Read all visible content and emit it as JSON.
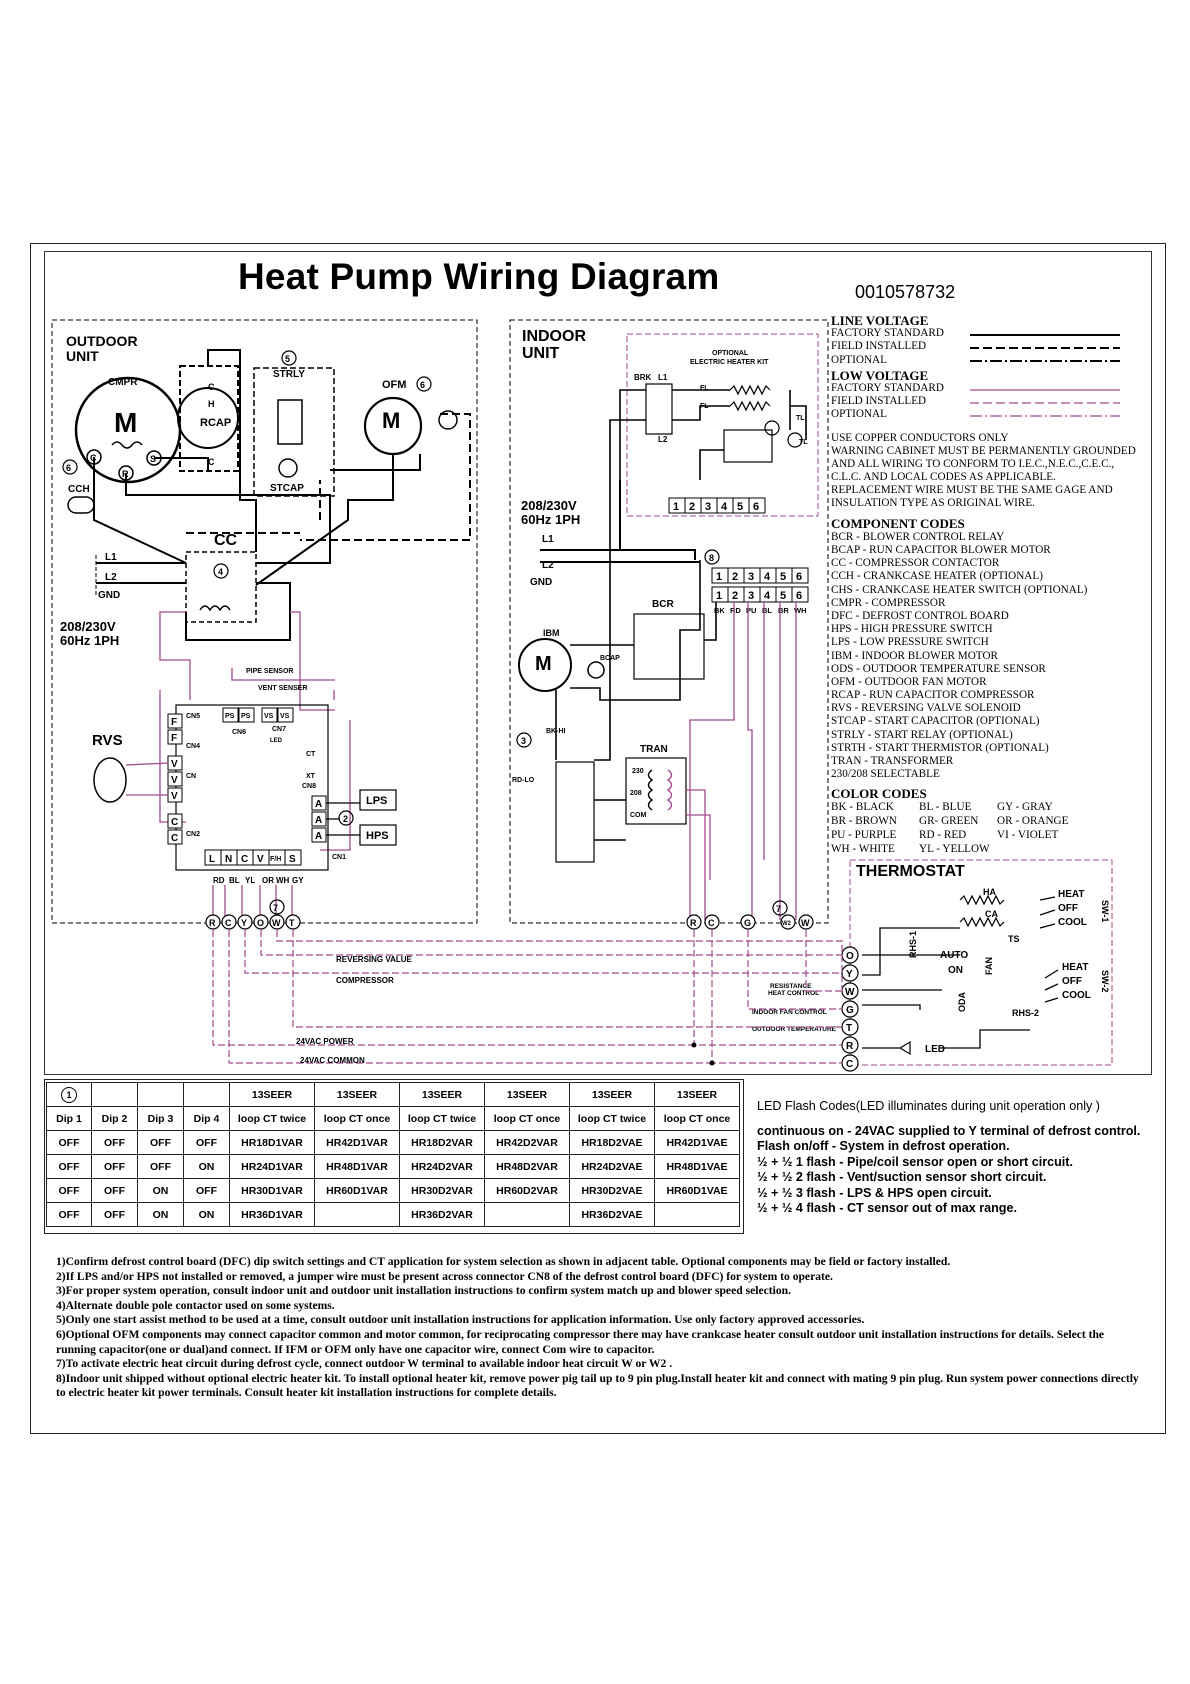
{
  "header": {
    "title": "Heat Pump Wiring Diagram",
    "doc_number": "0010578732"
  },
  "outdoor": {
    "title_line1": "OUTDOOR",
    "title_line2": "UNIT",
    "cmpr": "CMPR",
    "motor_m": "M",
    "rcap": "RCAP",
    "strly": "STRLY",
    "stcap": "STCAP",
    "ofm": "OFM",
    "cch": "CCH",
    "cc": "CC",
    "rvs": "RVS",
    "voltage_line1": "208/230V",
    "voltage_line2": "60Hz 1PH",
    "l1": "L1",
    "l2": "L2",
    "gnd": "GND",
    "pipe_sensor": "PIPE SENSOR",
    "vent_sensor": "VENT SENSER",
    "cn5": "CN5",
    "cn4": "CN4",
    "cn": "CN",
    "cn2": "CN2",
    "cn6": "CN6",
    "cn7": "CN7",
    "cn8": "CN8",
    "cn1": "CN1",
    "ct": "CT",
    "xt": "XT",
    "led": "LED",
    "lps": "LPS",
    "hps": "HPS",
    "ps": "PS",
    "vs": "VS",
    "dfc_terminals": [
      "L",
      "N",
      "C",
      "V",
      "F/H",
      "S"
    ],
    "wire_colors_bottom": [
      "RD",
      "BL",
      "YL",
      "OR",
      "WH",
      "GY"
    ],
    "terminals": [
      "R",
      "C",
      "Y",
      "O",
      "W",
      "T"
    ],
    "note_circles": [
      "5",
      "6",
      "6",
      "2",
      "7"
    ]
  },
  "indoor": {
    "title_line1": "INDOOR",
    "title_line2": "UNIT",
    "heater_kit_line1": "OPTIONAL",
    "heater_kit_line2": "ELECTRIC HEATER KIT",
    "brk": "BRK",
    "l1": "L1",
    "l2": "L2",
    "tl": "TL",
    "fl": "FL",
    "heater_plug": [
      "1",
      "2",
      "3",
      "4",
      "5",
      "6"
    ],
    "voltage_line1": "208/230V",
    "voltage_line2": "60Hz 1PH",
    "gnd": "GND",
    "plug_top": [
      "1",
      "2",
      "3",
      "4",
      "5",
      "6"
    ],
    "plug_bottom": [
      "1",
      "2",
      "3",
      "4",
      "5",
      "6"
    ],
    "plug_wires": [
      "BK",
      "RD",
      "PU",
      "BL",
      "BR",
      "WH"
    ],
    "bcr": "BCR",
    "ibm": "IBM",
    "bcap": "BCAP",
    "tran": "TRAN",
    "tran_230": "230",
    "tran_208": "208",
    "tran_com": "COM",
    "bk_hi": "BK-HI",
    "rd_lo": "RD-LO",
    "terminals": [
      "R",
      "C",
      "G",
      "W2",
      "W"
    ],
    "note_circles": [
      "8",
      "3",
      "7"
    ]
  },
  "thermostat": {
    "title": "THERMOSTAT",
    "ha": "HA",
    "ca": "CA",
    "ts": "TS",
    "sw1_heat": "HEAT",
    "sw1_off": "OFF",
    "sw1_cool": "COOL",
    "sw1": "SW-1",
    "rhs1": "RHS-1",
    "auto": "AUTO",
    "on": "ON",
    "fan": "FAN",
    "oda": "ODA",
    "sw2_heat": "HEAT",
    "sw2_off": "OFF",
    "sw2_cool": "COOL",
    "sw2": "SW-2",
    "rhs2": "RHS-2",
    "led": "LED",
    "terminals": [
      "O",
      "Y",
      "W",
      "G",
      "T",
      "R",
      "C"
    ],
    "resistance_line1": "RESISTANCE",
    "resistance_line2": "HEAT CONTROL",
    "indoor_fan_control": "INDOOR FAN CONTROL",
    "outdoor_temperature": "OUTDOOR TEMPERATURE"
  },
  "signals": {
    "reversing_valve": "REVERSING VALUE",
    "compressor": "COMPRESSOR",
    "power_24vac": "24VAC POWER",
    "common_24vac": "24VAC COMMON"
  },
  "legend": {
    "line_voltage": "LINE VOLTAGE",
    "low_voltage": "LOW VOLTAGE",
    "factory_standard": "FACTORY STANDARD",
    "field_installed": "FIELD INSTALLED",
    "optional": "OPTIONAL",
    "warnings": [
      "USE COPPER CONDUCTORS ONLY",
      "WARNING CABINET MUST BE PERMANENTLY GROUNDED",
      "AND ALL WIRING TO CONFORM TO I.E.C.,N.E.C.,C.E.C.,",
      "C.L.C. AND LOCAL CODES AS APPLICABLE.",
      "REPLACEMENT WIRE MUST BE THE SAME GAGE AND",
      "INSULATION TYPE AS ORIGINAL WIRE."
    ],
    "component_codes_title": "COMPONENT CODES",
    "component_codes": [
      "BCR - BLOWER CONTROL RELAY",
      "BCAP - RUN CAPACITOR BLOWER MOTOR",
      "CC - COMPRESSOR CONTACTOR",
      "CCH - CRANKCASE HEATER (OPTIONAL)",
      "CHS - CRANKCASE HEATER SWITCH (OPTIONAL)",
      "CMPR - COMPRESSOR",
      "DFC - DEFROST CONTROL BOARD",
      "HPS - HIGH PRESSURE SWITCH",
      "LPS - LOW PRESSURE SWITCH",
      "IBM - INDOOR BLOWER MOTOR",
      "ODS - OUTDOOR TEMPERATURE SENSOR",
      "OFM - OUTDOOR FAN MOTOR",
      "RCAP - RUN CAPACITOR COMPRESSOR",
      "RVS - REVERSING VALVE SOLENOID",
      "STCAP - START CAPACITOR (OPTIONAL)",
      "STRLY - START RELAY (OPTIONAL)",
      "STRTH - START THERMISTOR (OPTIONAL)",
      "TRAN - TRANSFORMER",
      "230/208 SELECTABLE"
    ],
    "color_codes_title": "COLOR CODES",
    "color_codes": [
      [
        "BK - BLACK",
        "BL - BLUE",
        "GY - GRAY"
      ],
      [
        "BR - BROWN",
        "GR- GREEN",
        "OR - ORANGE"
      ],
      [
        "PU - PURPLE",
        "RD - RED",
        "VI - VIOLET"
      ],
      [
        "WH - WHITE",
        "YL - YELLOW",
        ""
      ]
    ]
  },
  "dip_table": {
    "note_circle": "1",
    "seer_headers": [
      "13SEER",
      "13SEER",
      "13SEER",
      "13SEER",
      "13SEER",
      "13SEER"
    ],
    "headers": [
      "Dip 1",
      "Dip 2",
      "Dip 3",
      "Dip 4",
      "loop CT twice",
      "loop CT once",
      "loop CT twice",
      "loop CT once",
      "loop CT twice",
      "loop CT once"
    ],
    "rows": [
      [
        "OFF",
        "OFF",
        "OFF",
        "OFF",
        "HR18D1VAR",
        "HR42D1VAR",
        "HR18D2VAR",
        "HR42D2VAR",
        "HR18D2VAE",
        "HR42D1VAE"
      ],
      [
        "OFF",
        "OFF",
        "OFF",
        "ON",
        "HR24D1VAR",
        "HR48D1VAR",
        "HR24D2VAR",
        "HR48D2VAR",
        "HR24D2VAE",
        "HR48D1VAE"
      ],
      [
        "OFF",
        "OFF",
        "ON",
        "OFF",
        "HR30D1VAR",
        "HR60D1VAR",
        "HR30D2VAR",
        "HR60D2VAR",
        "HR30D2VAE",
        "HR60D1VAE"
      ],
      [
        "OFF",
        "OFF",
        "ON",
        "ON",
        "HR36D1VAR",
        "",
        "HR36D2VAR",
        "",
        "HR36D2VAE",
        ""
      ]
    ]
  },
  "led_codes": {
    "title": "LED Flash Codes(LED illuminates during unit operation only )",
    "lines": [
      "continuous on - 24VAC supplied to Y terminal of defrost control.",
      "Flash on/off - System in defrost operation.",
      "½ + ½ 1 flash - Pipe/coil sensor open or short circuit.",
      "½ + ½ 2 flash - Vent/suction sensor short circuit.",
      "½ + ½ 3 flash - LPS & HPS open circuit.",
      "½ + ½ 4 flash - CT sensor out of max range."
    ]
  },
  "notes": [
    "1)Confirm defrost control board (DFC) dip switch settings and CT application for system selection as shown in adjacent table.  Optional components may be field or factory installed.",
    "2)If LPS and/or HPS not installed or removed, a jumper wire must be present across connector CN8 of the defrost control board (DFC) for system to operate.",
    "3)For proper system operation, consult indoor unit and outdoor unit installation instructions to confirm system match up and blower speed selection.",
    "4)Alternate double pole contactor used on some systems.",
    "5)Only one start assist method to be used at a time, consult outdoor unit installation instructions for application information.  Use only factory approved accessories.",
    "6)Optional OFM components may connect capacitor common and motor common, for reciprocating compressor there may have crankcase heater consult outdoor unit installation instructions for details.  Select the running capacitor(one or dual)and connect.  If IFM or OFM only have one capacitor wire, connect Com wire to capacitor.",
    "7)To activate electric heat circuit during defrost cycle, connect outdoor W terminal to available indoor heat circuit W or W2 .",
    "8)Indoor unit shipped without optional electric heater kit.  To install optional heater kit, remove power pig tail up to 9 pin plug.Install heater kit and connect with mating 9 pin plug.  Run system power connections directly to electric heater kit power terminals.  Consult heater kit installation instructions for complete details."
  ],
  "colors": {
    "line_wire": "#000000",
    "low_voltage_wire": "#a24a8f",
    "ink": "#000000"
  }
}
